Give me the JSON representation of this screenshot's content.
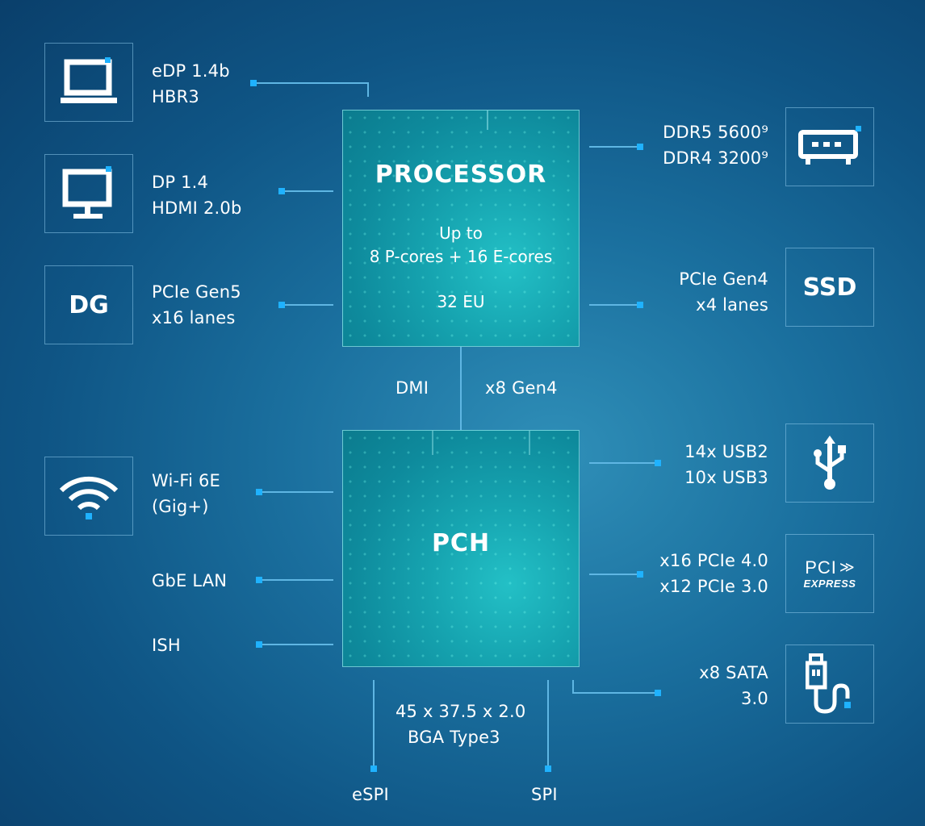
{
  "processor": {
    "title": "PROCESSOR",
    "line1": "Up to",
    "line2": "8 P-cores + 16 E-cores",
    "line3": "32 EU"
  },
  "pch": {
    "title": "PCH"
  },
  "left": {
    "edp": {
      "line1": "eDP 1.4b",
      "line2": "HBR3"
    },
    "dp": {
      "line1": "DP 1.4",
      "line2": "HDMI 2.0b"
    },
    "dg": {
      "icon_text": "DG",
      "line1": "PCIe Gen5",
      "line2": "x16 lanes"
    },
    "wifi": {
      "line1": "Wi-Fi 6E",
      "line2": "(Gig+)"
    },
    "lan": {
      "label": "GbE LAN"
    },
    "ish": {
      "label": "ISH"
    }
  },
  "right": {
    "memory": {
      "line1": "DDR5 5600⁹",
      "line2": "DDR4 3200⁹"
    },
    "ssd": {
      "icon_text": "SSD",
      "line1": "PCIe Gen4",
      "line2": "x4 lanes"
    },
    "usb": {
      "line1": "14x USB2",
      "line2": "10x USB3"
    },
    "pcie": {
      "icon_text_top": "PCI",
      "icon_text_bottom": "EXPRESS",
      "line1": "x16 PCIe 4.0",
      "line2": "x12 PCIe 3.0"
    },
    "sata": {
      "line1": "x8 SATA",
      "line2": "3.0"
    }
  },
  "dmi": {
    "left": "DMI",
    "right": "x8 Gen4"
  },
  "package": {
    "line1": "45 x 37.5 x 2.0",
    "line2": "BGA Type3"
  },
  "bottom": {
    "espi": "eSPI",
    "spi": "SPI"
  },
  "icons": {
    "laptop": "laptop-icon",
    "monitor": "monitor-icon",
    "wifi": "wifi-icon",
    "memory": "memory-icon",
    "usb": "usb-icon",
    "sata": "sata-icon"
  },
  "colors": {
    "accent": "#1fb2ff",
    "chip": "#16a4b0",
    "line": "#5fb6e3"
  }
}
